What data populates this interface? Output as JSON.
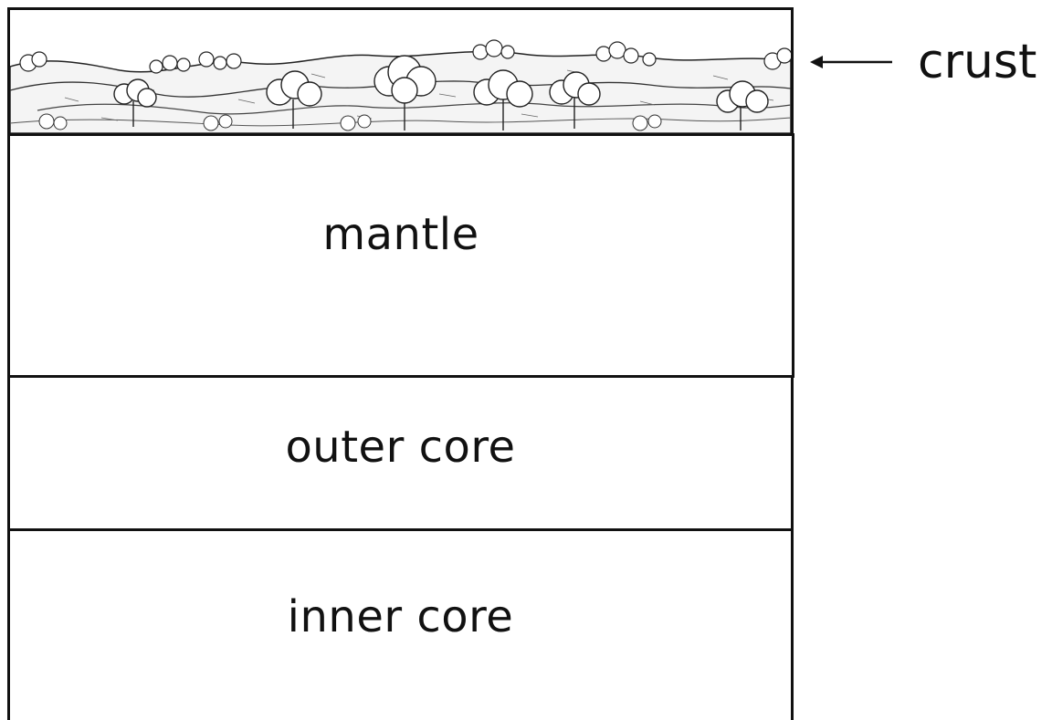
{
  "layers": {
    "crust": {
      "label": "crust"
    },
    "mantle": {
      "label": "mantle"
    },
    "outer_core": {
      "label": "outer core"
    },
    "inner_core": {
      "label": "inner core"
    }
  },
  "colors": {
    "line": "#111111",
    "background": "#ffffff"
  },
  "icons": {
    "crust_art": "landscape-illustration-icon",
    "pointer": "arrow-left-icon"
  }
}
